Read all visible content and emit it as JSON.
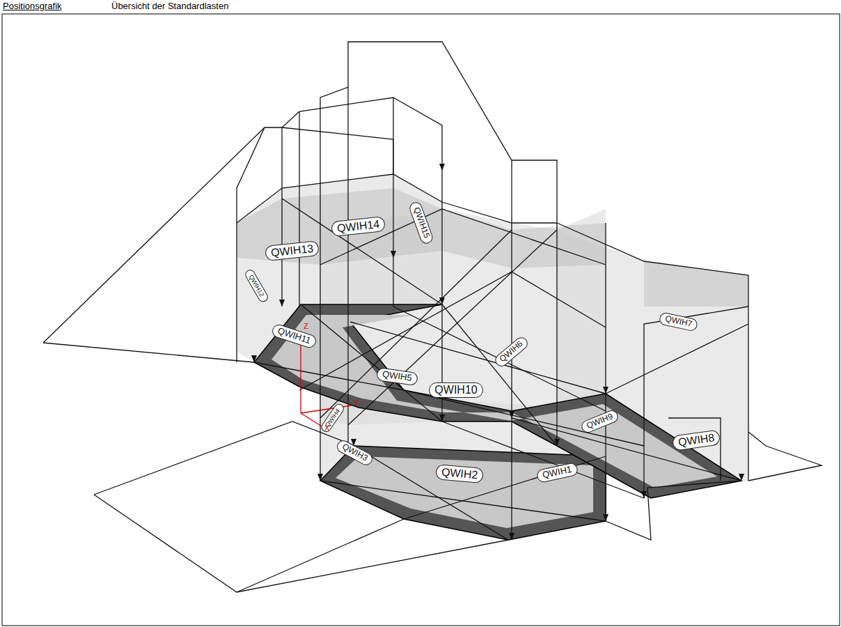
{
  "diagram": {
    "nodes": [
      {
        "text": [
          "QWIH15"
        ]
      },
      {
        "text": [
          "QWIH14"
        ]
      },
      {
        "text": [
          "QWIH13"
        ]
      },
      {
        "text": [
          "QWIH12"
        ]
      },
      {
        "text": [
          "QWIH7"
        ]
      },
      {
        "text": [
          "QWIH11"
        ]
      },
      {
        "text": [
          "QWIH6"
        ]
      },
      {
        "text": [
          "QWIH5"
        ]
      },
      {
        "text": [
          "QWIH10"
        ]
      },
      {
        "text": [
          "QWIH4"
        ]
      },
      {
        "text": [
          "QWIH9"
        ]
      },
      {
        "text": [
          "QWIH8"
        ]
      },
      {
        "text": [
          "QWIH3"
        ]
      },
      {
        "text": [
          "QWIH1"
        ]
      },
      {
        "text": [
          "QWIH2"
        ]
      }
    ],
    "labels": [
      "Positionsgrafik",
      "Übersicht der Standardlasten",
      "Z",
      "Y",
      "X"
    ]
  }
}
